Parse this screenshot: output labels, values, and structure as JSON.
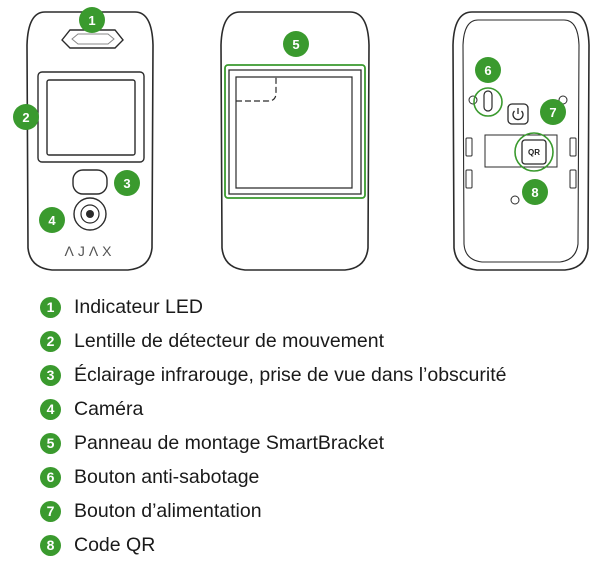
{
  "colors": {
    "accent": "#3a9a2e",
    "outline": "#2b2b2b",
    "device_fill": "#ffffff",
    "text": "#1a1a1a"
  },
  "device": {
    "logo": "ΛJΛX",
    "qr_label": "QR"
  },
  "legend": [
    {
      "number": "1",
      "label": "Indicateur LED"
    },
    {
      "number": "2",
      "label": "Lentille de détecteur de mouvement"
    },
    {
      "number": "3",
      "label": "Éclairage infrarouge, prise de vue dans l’obscurité"
    },
    {
      "number": "4",
      "label": "Caméra"
    },
    {
      "number": "5",
      "label": "Panneau de montage SmartBracket"
    },
    {
      "number": "6",
      "label": "Bouton anti-sabotage"
    },
    {
      "number": "7",
      "label": "Bouton d’alimentation"
    },
    {
      "number": "8",
      "label": "Code QR"
    }
  ]
}
